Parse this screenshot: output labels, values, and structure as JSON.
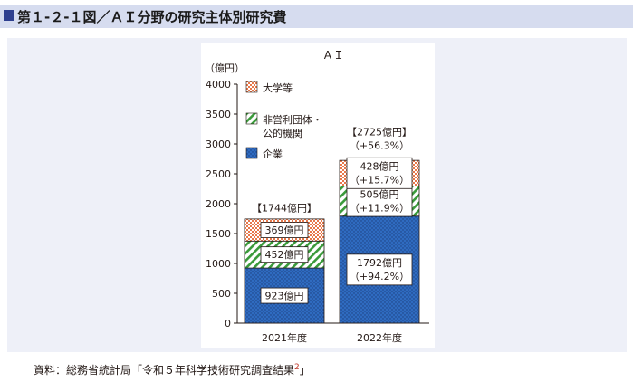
{
  "figure_title": "第１-２-１図／ＡＩ分野の研究主体別研究費",
  "source_text": "資料：総務省統計局「令和５年科学技術研究調査結果",
  "source_superscript": "2",
  "source_close": "」",
  "colors": {
    "title_bar": "#d6dcef",
    "marker": "#2e3f8f",
    "panel": "#eef0f8",
    "company": "#2f6bc0",
    "nonprofit": "#3a9a3a",
    "university": "#e8784a"
  },
  "chart_data": {
    "type": "bar",
    "stacked": true,
    "title": "ＡＩ",
    "ylabel": "（億円）",
    "ylim": [
      0,
      4000
    ],
    "yticks": [
      0,
      500,
      1000,
      1500,
      2000,
      2500,
      3000,
      3500,
      4000
    ],
    "categories": [
      "2021年度",
      "2022年度"
    ],
    "legend_position": "top-left",
    "series": [
      {
        "name": "企業",
        "values": [
          923,
          1792
        ],
        "pattern": "dots",
        "color": "#2f6bc0",
        "labels": [
          "923億円",
          "1792億円\n（+94.2%）"
        ]
      },
      {
        "name": "非営利団体・\n公的機関",
        "values": [
          452,
          505
        ],
        "pattern": "hatch",
        "color": "#3a9a3a",
        "labels": [
          "452億円",
          "505億円\n（+11.9%）"
        ]
      },
      {
        "name": "大学等",
        "values": [
          369,
          428
        ],
        "pattern": "grid",
        "color": "#e8784a",
        "labels": [
          "369億円",
          "428億円\n（+15.7%）"
        ]
      }
    ],
    "totals": [
      "【1744億円】",
      "【2725億円】\n（+56.3%）"
    ]
  }
}
